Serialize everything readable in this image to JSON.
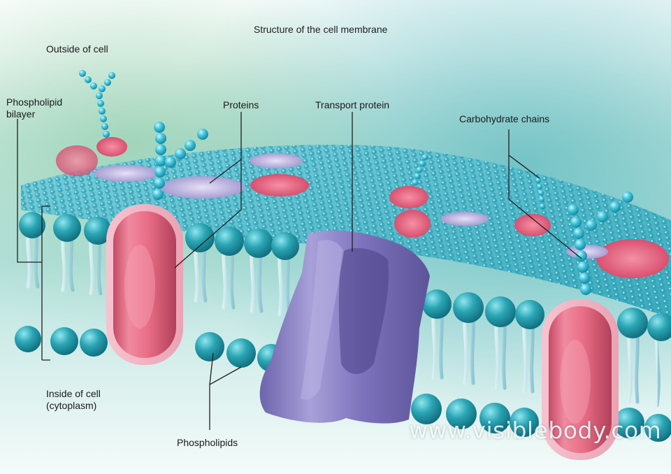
{
  "diagram": {
    "title": "Structure of the cell membrane",
    "labels": {
      "outside": "Outside of cell",
      "bilayer": "Phospholipid\nbilayer",
      "proteins": "Proteins",
      "transport": "Transport protein",
      "carbohydrate": "Carbohydrate chains",
      "inside": "Inside of cell\n(cytoplasm)",
      "phospholipids": "Phospholipids"
    },
    "watermark": "www.visiblebody.com"
  },
  "colors": {
    "head": "#2aa5b4",
    "tail": "#9fd3de",
    "protein": "#e46b83",
    "transport": "#7a70b6",
    "sugar": "#3fc3da",
    "background": "#bfe6e2"
  }
}
